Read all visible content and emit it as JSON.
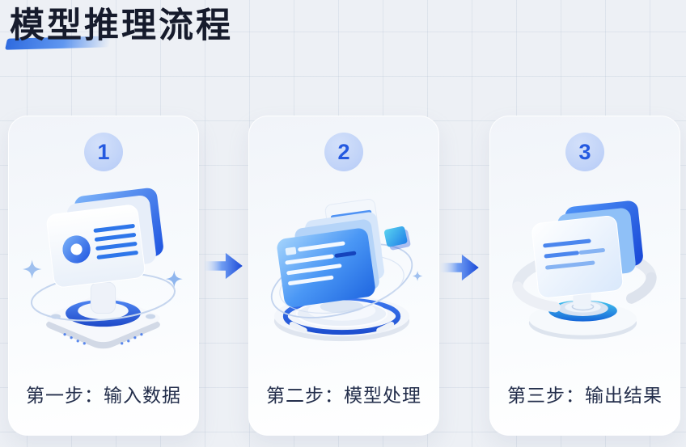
{
  "page": {
    "title": "模型推理流程"
  },
  "steps": [
    {
      "number": "1",
      "label": "第一步：输入数据",
      "illustration": "input-data-3d"
    },
    {
      "number": "2",
      "label": "第二步：模型处理",
      "illustration": "model-processing-3d"
    },
    {
      "number": "3",
      "label": "第三步：输出结果",
      "illustration": "output-result-3d"
    }
  ],
  "arrows": [
    {
      "name": "arrow-step1-to-step2",
      "direction": "right"
    },
    {
      "name": "arrow-step2-to-step3",
      "direction": "right"
    }
  ],
  "colors": {
    "accent": "#2563eb",
    "arrow_head": "#1747d8",
    "badge_background": "#c2d4f8",
    "badge_number": "#2459e0",
    "title_text": "#161b2c",
    "label_text": "#232e4b",
    "page_background": "#edf0f5",
    "card_background": "#ffffff",
    "title_highlight": "#2f6bdf"
  }
}
